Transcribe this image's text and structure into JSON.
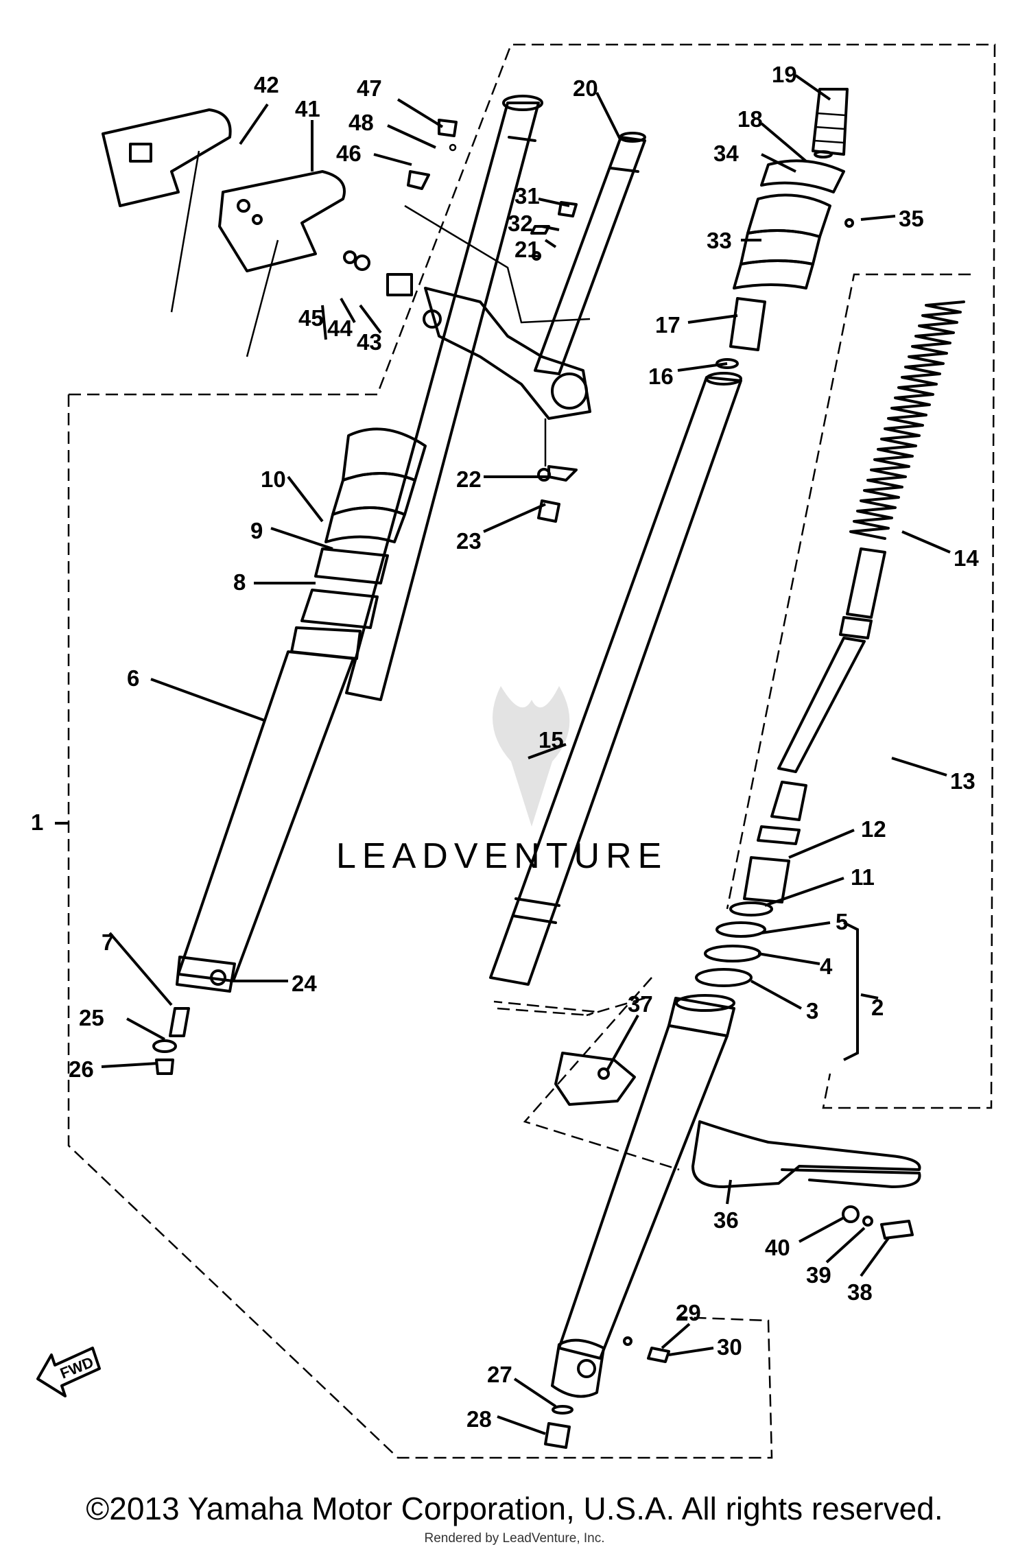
{
  "diagram": {
    "callouts": [
      "1",
      "2",
      "3",
      "4",
      "5",
      "6",
      "7",
      "8",
      "9",
      "10",
      "11",
      "12",
      "13",
      "14",
      "15",
      "16",
      "17",
      "18",
      "19",
      "20",
      "21",
      "22",
      "23",
      "24",
      "25",
      "26",
      "27",
      "28",
      "29",
      "30",
      "31",
      "32",
      "33",
      "34",
      "35",
      "36",
      "37",
      "38",
      "39",
      "40",
      "41",
      "42",
      "43",
      "44",
      "45",
      "46",
      "47",
      "48"
    ],
    "fwd_label": "FWD",
    "watermark": "LEADVENTURE"
  },
  "footer": {
    "copyright": "©2013 Yamaha Motor Corporation, U.S.A. All rights reserved.",
    "rendered_by": "Rendered by LeadVenture, Inc."
  }
}
